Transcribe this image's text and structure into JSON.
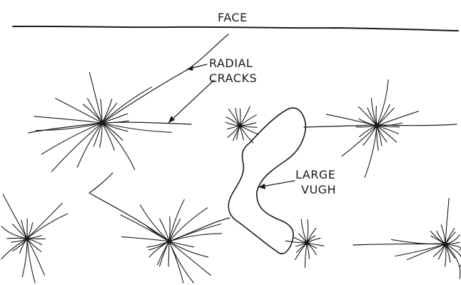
{
  "labels": {
    "face": "FACE",
    "radial_line1": "RADIAL",
    "radial_line2": "CRACKS",
    "vugh_line1": "LARGE",
    "vugh_line2": "VUGH"
  }
}
